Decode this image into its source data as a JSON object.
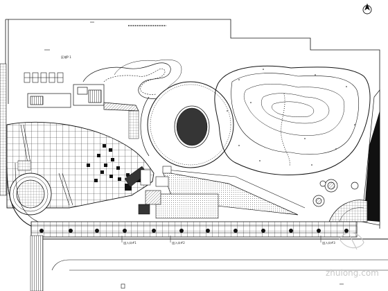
{
  "plan": {
    "labels": {
      "zone_top": "区域P 1",
      "entrance_left": "出入口#1",
      "entrance_mid": "出入口#2",
      "entrance_right": "出入口#3"
    }
  },
  "watermark": {
    "text": "zhulong.com"
  },
  "colors": {
    "line": "#111111",
    "paper": "#ffffff",
    "watermark": "#c9c9c9"
  },
  "icons": {
    "compass": "north-arrow-icon",
    "watermark_logo": "zhulong-logo-icon"
  }
}
